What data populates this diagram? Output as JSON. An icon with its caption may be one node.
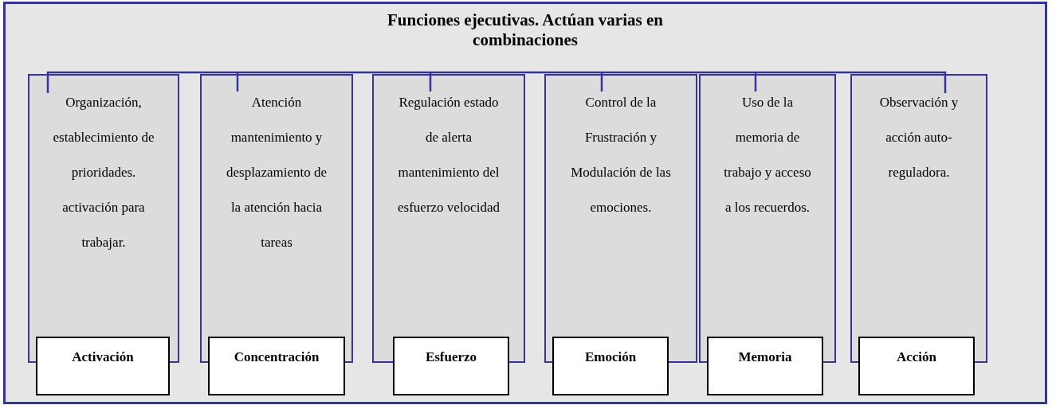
{
  "diagram": {
    "nodes": [
      {
        "text": [
          "Funciones ejecutivas. Actúan varias en combinaciones"
        ]
      },
      {
        "text": [
          "Organización, establecimiento de prioridades. activación para trabajar."
        ],
        "in": 0
      },
      {
        "text": [
          "Activación"
        ],
        "in": 0
      },
      {
        "text": [
          "Atención mantenimiento y desplazamiento de la atención hacia tareas"
        ],
        "in": 0
      },
      {
        "text": [
          "Concentración"
        ],
        "in": 0
      },
      {
        "text": [
          "Regulación estado de alerta mantenimiento del esfuerzo velocidad"
        ],
        "in": 0
      },
      {
        "text": [
          "Esfuerzo"
        ],
        "in": 0
      },
      {
        "text": [
          "Control de la Frustración y Modulación de las emociones."
        ],
        "in": 0
      },
      {
        "text": [
          "Emoción"
        ],
        "in": 0
      },
      {
        "text": [
          "Uso de la memoria de trabajo y acceso a los recuerdos."
        ],
        "in": 0
      },
      {
        "text": [
          "Memoria"
        ],
        "in": 0
      },
      {
        "text": [
          "Observación y acción auto- reguladora."
        ],
        "in": 0
      },
      {
        "text": [
          "Acción"
        ],
        "in": 0
      }
    ],
    "edges": []
  }
}
